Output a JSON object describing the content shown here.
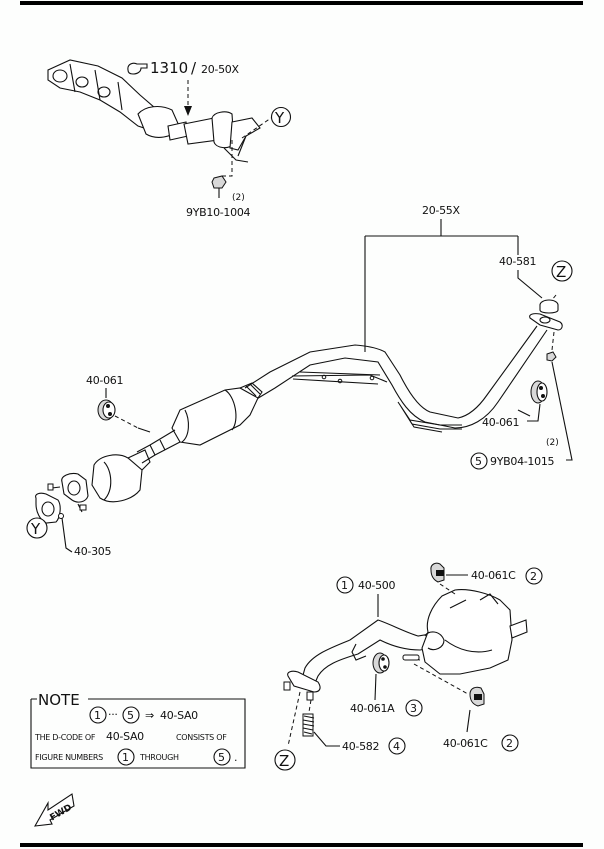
{
  "diagram": {
    "title": "Exhaust system parts diagram",
    "top_assembly": {
      "ref_icon": "pointing-hand-icon",
      "ref_number": "1310",
      "part_code": "20-50X",
      "bolt_code": "9YB10-1004",
      "bolt_qty": "(2)",
      "connector": "Y"
    },
    "middle_pipe": {
      "assembly_code": "20-55X",
      "gasket_code": "40-581",
      "hanger_left_code": "40-061",
      "hanger_right_code": "40-061",
      "bolt_code": "9YB04-1015",
      "bolt_qty": "(2)",
      "bolt_index": "5",
      "flange_gasket_code": "40-305",
      "connector_y": "Y",
      "connector_z": "Z"
    },
    "muffler": {
      "muffler_code": "40-500",
      "muffler_index": "1",
      "hanger_top_code": "40-061C",
      "hanger_top_index": "2",
      "hanger_mid_code": "40-061A",
      "hanger_mid_index": "3",
      "hanger_bottom_code": "40-061C",
      "hanger_bottom_index": "2",
      "spring_code": "40-582",
      "spring_index": "4",
      "connector": "Z"
    },
    "note": {
      "heading": "NOTE",
      "range_start": "1",
      "ellipsis": "···",
      "range_end": "5",
      "arrow": "⇒",
      "result_code": "40-SA0",
      "line2_prefix": "THE D-CODE OF",
      "line2_code": "40-SA0",
      "line2_suffix": "CONSISTS OF",
      "line3_prefix": "FIGURE NUMBERS",
      "line3_from": "1",
      "line3_mid": "THROUGH",
      "line3_to": "5",
      "line3_end": "."
    },
    "fwd_label": "FWD"
  }
}
